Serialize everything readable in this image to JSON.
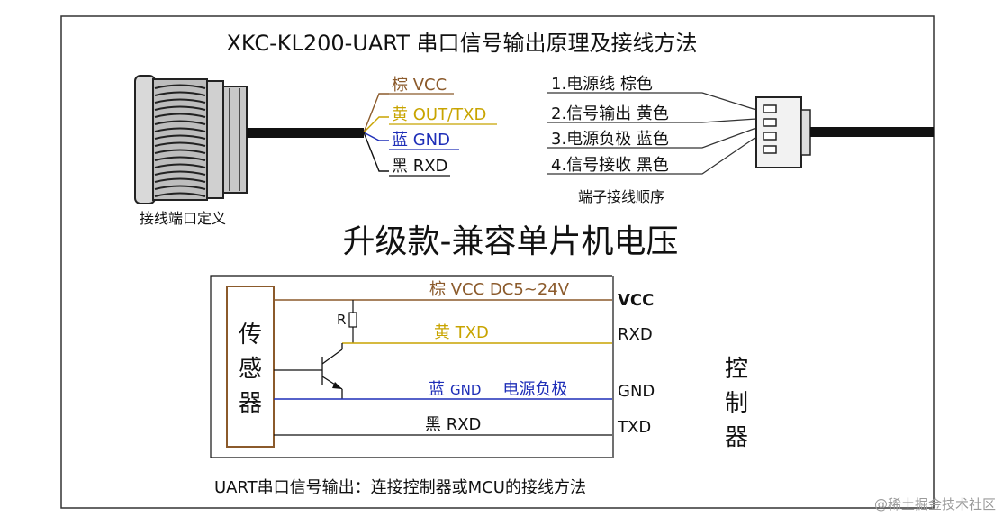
{
  "title": "XKC-KL200-UART 串口信号输出原理及接线方法",
  "subtitle": "升级款-兼容单片机电压",
  "sensor_port_caption": "接线端口定义",
  "terminal_order_caption": "端子接线顺序",
  "wires": [
    {
      "label": "棕 VCC",
      "color": "#8B5A2B"
    },
    {
      "label": "黄 OUT/TXD",
      "color": "#C8A400"
    },
    {
      "label": "蓝 GND",
      "color": "#1F2FB8"
    },
    {
      "label": "黑 RXD",
      "color": "#111111"
    }
  ],
  "pins": [
    {
      "label": "1.电源线 棕色"
    },
    {
      "label": "2.信号输出 黄色"
    },
    {
      "label": "3.电源负极 蓝色"
    },
    {
      "label": "4.信号接收 黑色"
    }
  ],
  "circuit": {
    "sensor_chars": [
      "传",
      "感",
      "器"
    ],
    "resistor_label": "R",
    "vcc_wire_label": "棕 VCC DC5~24V",
    "txd_wire_label": "黄 TXD",
    "gnd_wire_prefix": "蓝",
    "gnd_wire_word": "GND",
    "gnd_wire_note": "电源负极",
    "rxd_wire_label": "黑 RXD",
    "controller_pins": [
      "VCC",
      "RXD",
      "GND",
      "TXD"
    ],
    "controller_chars": [
      "控",
      "制",
      "器"
    ],
    "colors": {
      "vcc": "#8B5A2B",
      "txd": "#C8A400",
      "gnd": "#1F2FB8",
      "rxd": "#111111",
      "sensor_box": "#8B5A2B"
    }
  },
  "footer": "UART串口信号输出：连接控制器或MCU的接线方法",
  "watermark": "@稀土掘金技术社区"
}
